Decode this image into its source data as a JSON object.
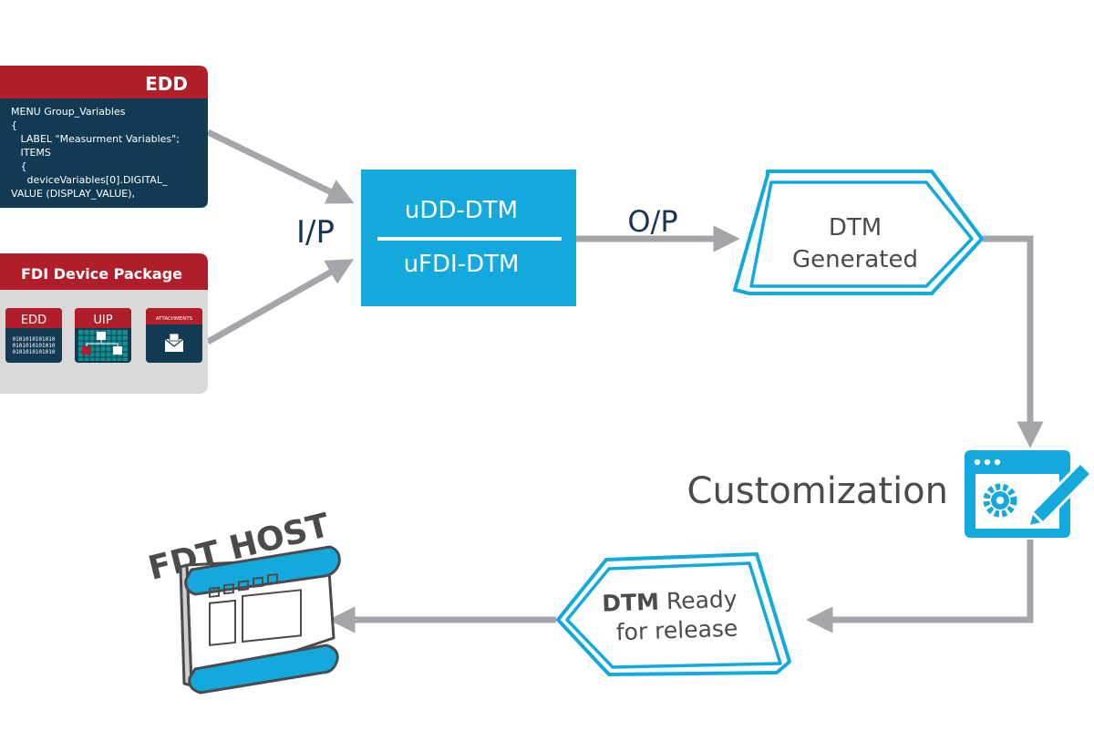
{
  "colors": {
    "accent_blue": "#14a9dd",
    "card_red": "#b01e2a",
    "card_navy": "#123a52",
    "arrow_grey": "#a4a6ab",
    "text_navy": "#1a3456",
    "text_grey": "#4b4b4d",
    "package_bg": "#d9d9d9"
  },
  "edd_card": {
    "title": "EDD",
    "code_lines": [
      "MENU Group_Variables",
      "{",
      "   LABEL \"Measurment Variables\";",
      "   ITEMS",
      "   {",
      "     deviceVariables[0].DIGITAL_",
      "VALUE (DISPLAY_VALUE),"
    ]
  },
  "fdi_package": {
    "title": "FDI Device Package",
    "edd_tile": {
      "label": "EDD",
      "binary_lines": [
        "0101010101010",
        "0101010101010",
        "0101010101010"
      ]
    },
    "uip_tile": {
      "label": "UIP"
    },
    "attachments_tile": {
      "label": "ATTACHMENTS",
      "icon": "envelope-icon"
    }
  },
  "input_label": "I/P",
  "output_label": "O/P",
  "converter": {
    "top": "uDD-DTM",
    "bottom": "uFDI-DTM"
  },
  "dtm_generated": {
    "line1": "DTM",
    "line2": "Generated"
  },
  "customization": {
    "label": "Customization",
    "icon": "gear-edit-icon"
  },
  "dtm_ready": {
    "word_bold": "DTM",
    "word_rest": " Ready",
    "line2": "for release"
  },
  "fdt_host": {
    "label": "FDT HOST"
  }
}
